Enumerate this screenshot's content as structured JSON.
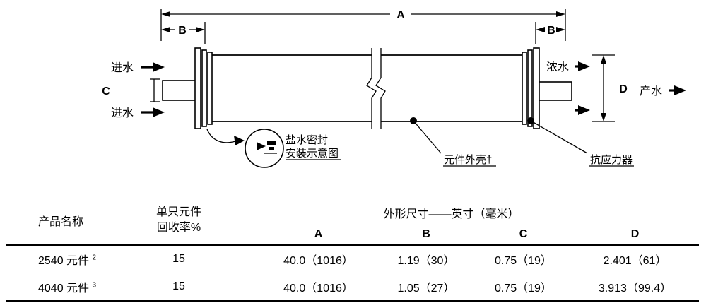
{
  "diagram": {
    "dim_a": "A",
    "dim_b_left": "B",
    "dim_b_right": "B",
    "dim_c": "C",
    "dim_d": "D",
    "feed_top": "进水",
    "feed_bottom": "进水",
    "concentrate": "浓水",
    "product": "产水",
    "brine_seal_line1": "盐水密封",
    "brine_seal_line2": "安装示意图",
    "element_shell": "元件外壳†",
    "anti_telescoping": "抗应力器"
  },
  "table": {
    "header": {
      "product": "产品名称",
      "recovery_line1": "单只元件",
      "recovery_line2": "回收率%",
      "dimensions": "外形尺寸——英寸（毫米）",
      "col_a": "A",
      "col_b": "B",
      "col_c": "C",
      "col_d": "D"
    },
    "rows": [
      {
        "name": "2540 元件",
        "footnote": "2",
        "recovery": "15",
        "a": "40.0（1016）",
        "b": "1.19（30）",
        "c": "0.75（19）",
        "d": "2.401（61）"
      },
      {
        "name": "4040 元件",
        "footnote": "3",
        "recovery": "15",
        "a": "40.0（1016）",
        "b": "1.05（27）",
        "c": "0.75（19）",
        "d": "3.913（99.4）"
      }
    ]
  }
}
